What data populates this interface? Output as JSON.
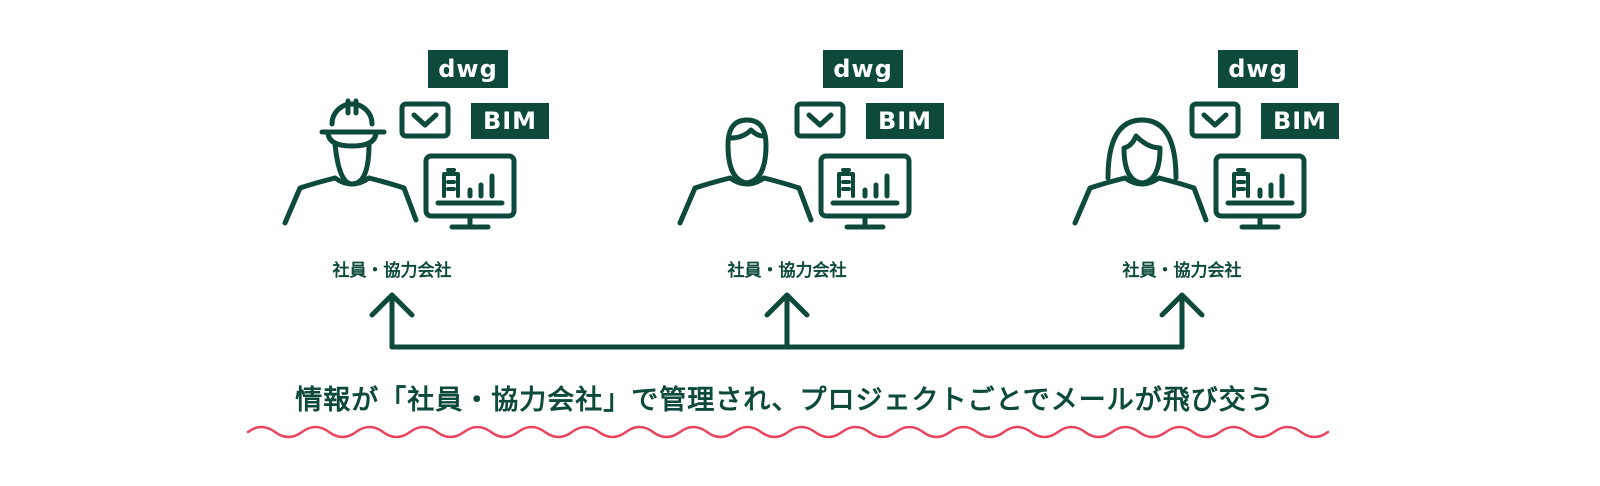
{
  "colors": {
    "primary": "#0d4a3b",
    "wave": "#e8445e"
  },
  "groups": [
    {
      "person": "worker-with-hardhat",
      "dwg": "dwg",
      "bim": "BIM",
      "label": "社員・協力会社"
    },
    {
      "person": "man",
      "dwg": "dwg",
      "bim": "BIM",
      "label": "社員・協力会社"
    },
    {
      "person": "woman",
      "dwg": "dwg",
      "bim": "BIM",
      "label": "社員・協力会社"
    }
  ],
  "caption": "情報が「社員・協力会社」で管理され、プロジェクトごとでメールが飛び交う"
}
